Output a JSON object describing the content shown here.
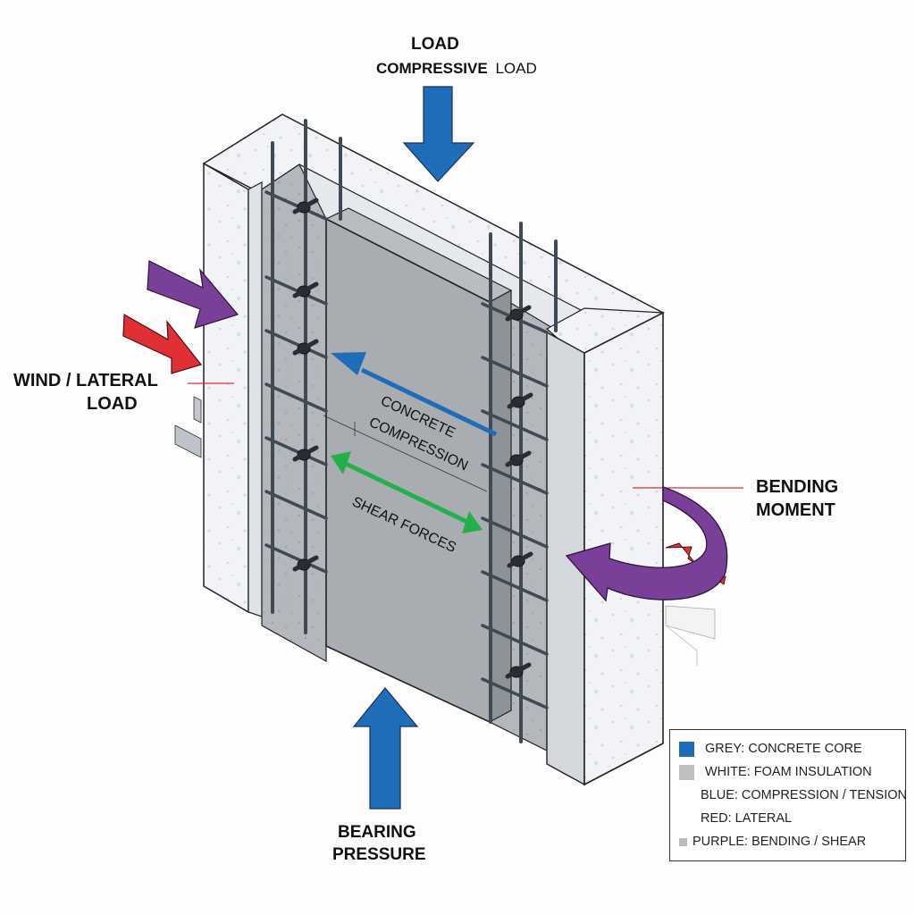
{
  "labels": {
    "top_title": "LOAD",
    "top_subtitle_bold": "COMPRESSIVE",
    "top_subtitle_regular": "LOAD",
    "wind_line1": "WIND / LATERAL",
    "wind_line2": "LOAD",
    "bending_line1": "BENDING",
    "bending_line2": "MOMENT",
    "concrete_line1": "CONCRETE",
    "concrete_line2": "COMPRESSION",
    "shear": "SHEAR FORCES",
    "bearing_line1": "BEARING",
    "bearing_line2": "PRESSURE"
  },
  "legend": {
    "items": [
      {
        "swatch": "square",
        "color": "#1f6cb8",
        "text": "GREY: CONCRETE CORE"
      },
      {
        "swatch": "square",
        "color": "#bcbfc4",
        "text": "WHITE: FOAM INSULATION"
      },
      {
        "swatch": "none",
        "color": "",
        "text": "BLUE: COMPRESSION / TENSION"
      },
      {
        "swatch": "none",
        "color": "",
        "text": "RED: LATERAL"
      },
      {
        "swatch": "small",
        "color": "#b9bcc2",
        "text": "PURPLE: BENDING / SHEAR"
      }
    ]
  },
  "colors": {
    "blue_arrow": "#1f6cb8",
    "purple_arrow": "#7a3f98",
    "red_arrow": "#e03036",
    "green_arrow": "#22b04b",
    "foam": "#eef0f3",
    "concrete": "#a9adb1",
    "rebar": "#3f4a55"
  }
}
